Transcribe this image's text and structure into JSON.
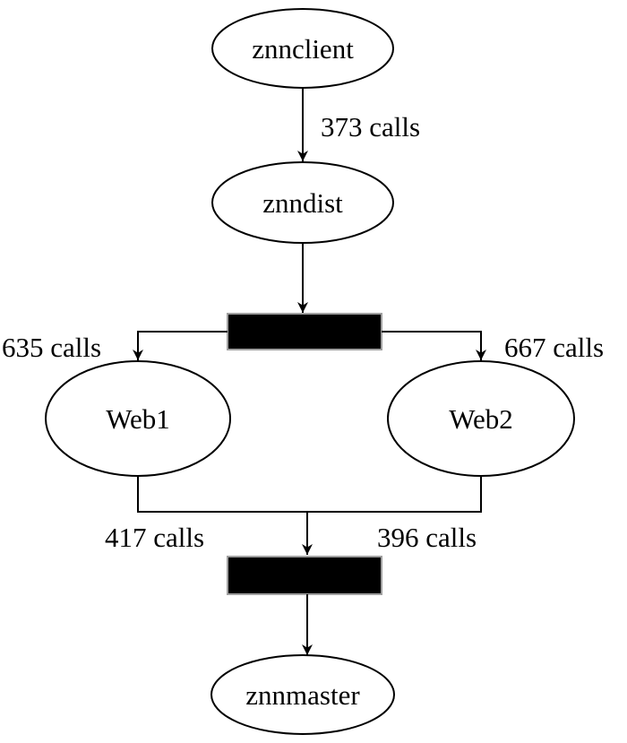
{
  "nodes": {
    "znnclient": "znnclient",
    "znndist": "znndist",
    "web1": "Web1",
    "web2": "Web2",
    "znnmaster": "znnmaster"
  },
  "edges": {
    "client_to_dist": "373 calls",
    "fork_to_web1": "635 calls",
    "fork_to_web2": "667 calls",
    "web1_to_join": "417 calls",
    "web2_to_join": "396 calls"
  },
  "colors": {
    "bar_fill": "#000000",
    "bar_border": "#a0a0a0",
    "line": "#000000"
  }
}
